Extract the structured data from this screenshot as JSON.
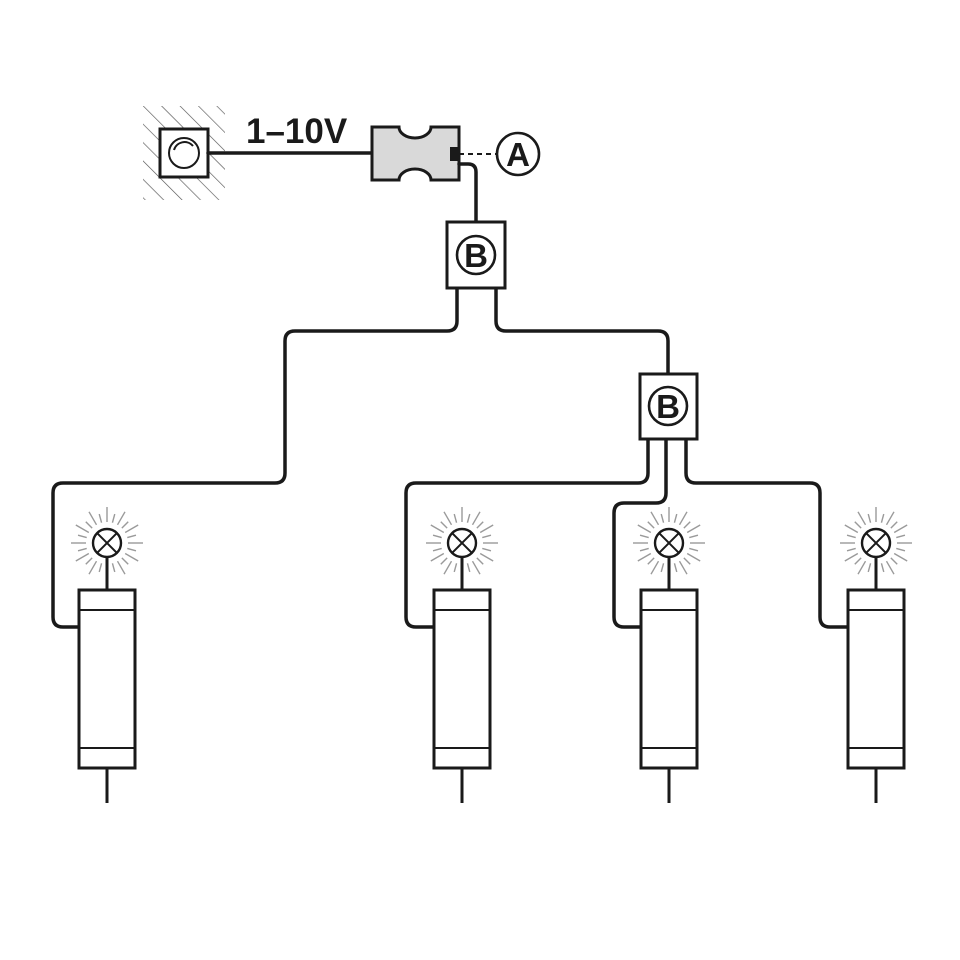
{
  "labels": {
    "voltage": "1–10V",
    "controller_marker": "A",
    "splitter_marker": "B"
  },
  "colors": {
    "line": "#1a1a1a",
    "controller_fill": "#d9d9d9",
    "hatch": "#555555",
    "glow": "#9a9a9a"
  },
  "components": {
    "wall_dimmer": "dimmer-knob-icon",
    "lamp": "lamp-cross-icon",
    "driver_count": 4,
    "lamp_count": 4
  }
}
